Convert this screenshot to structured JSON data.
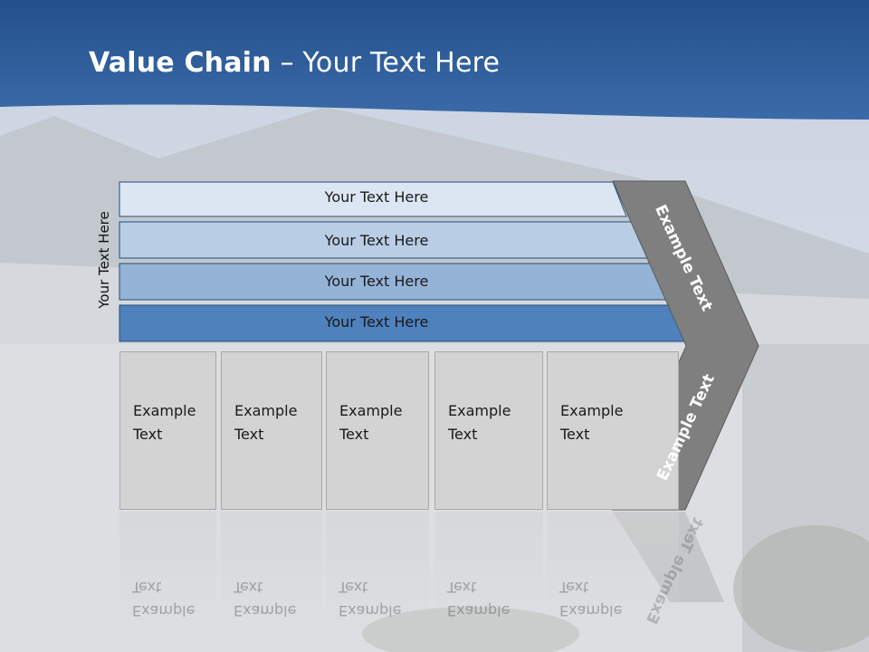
{
  "title": {
    "bold": "Value Chain",
    "rest": " – Your Text Here"
  },
  "side_label": "Your Text Here",
  "bars": [
    {
      "label": "Your Text Here",
      "color": "#dce6f2"
    },
    {
      "label": "Your Text Here",
      "color": "#b9cde5"
    },
    {
      "label": "Your Text Here",
      "color": "#95b3d7"
    },
    {
      "label": "Your Text Here",
      "color": "#4f81bd"
    }
  ],
  "boxes": [
    {
      "line1": "Example",
      "line2": "Text"
    },
    {
      "line1": "Example",
      "line2": "Text"
    },
    {
      "line1": "Example",
      "line2": "Text"
    },
    {
      "line1": "Example",
      "line2": "Text"
    },
    {
      "line1": "Example",
      "line2": "Text"
    }
  ],
  "chevron": {
    "upper_label": "Example Text",
    "lower_label": "Example Text",
    "color": "#7f7f7f"
  },
  "colors": {
    "header": "#2d5a96",
    "box": "#d3d3d3"
  }
}
